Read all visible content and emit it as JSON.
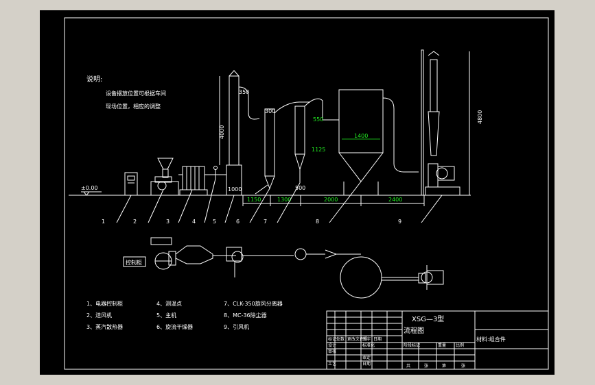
{
  "notes": {
    "heading": "说明:",
    "line1": "设备摆放位置可根据车间",
    "line2": "现场位置，相应的调整"
  },
  "ground_level": "±0.00",
  "dimensions": {
    "d4000": "4000",
    "d4800": "4800",
    "d300": "300",
    "d550": "550",
    "d1125": "1125",
    "d1400": "1400",
    "d1150": "1150",
    "d1300": "1300",
    "d2000": "2000",
    "d2400": "2400",
    "d1000": "1000",
    "d500": "500",
    "d350": "350"
  },
  "callouts": [
    "1",
    "2",
    "3",
    "4",
    "5",
    "6",
    "7",
    "8",
    "9"
  ],
  "plan_label": "控制柜",
  "legend": [
    [
      "1、电器控制柜",
      "4、测温点",
      "7、CLK-350旋风分离器"
    ],
    [
      "2、送风机",
      "5、主机",
      "8、MC-36除尘器"
    ],
    [
      "3、蒸汽散热器",
      "6、旋流干燥器",
      "9、引风机"
    ]
  ],
  "title_block": {
    "drawing_name": "XSG—3型",
    "drawing_title": "流程图",
    "material": "材料:组合件",
    "cells": {
      "r2c1": "标记",
      "r2c2": "处数",
      "r2c3": "更改文件号",
      "r2c4": "签字",
      "r2c5": "日期",
      "r3c1": "设计",
      "r3c2": "标准化",
      "r3c3": "阶段标记",
      "r3c4": "重量",
      "r3c5": "比例",
      "r4c1": "审核",
      "r4c2": "审定",
      "r5c1": "工艺",
      "r5c2": "日期",
      "r5c3": "共",
      "r5c4": "张",
      "r5c5": "第",
      "r5c6": "张"
    }
  }
}
